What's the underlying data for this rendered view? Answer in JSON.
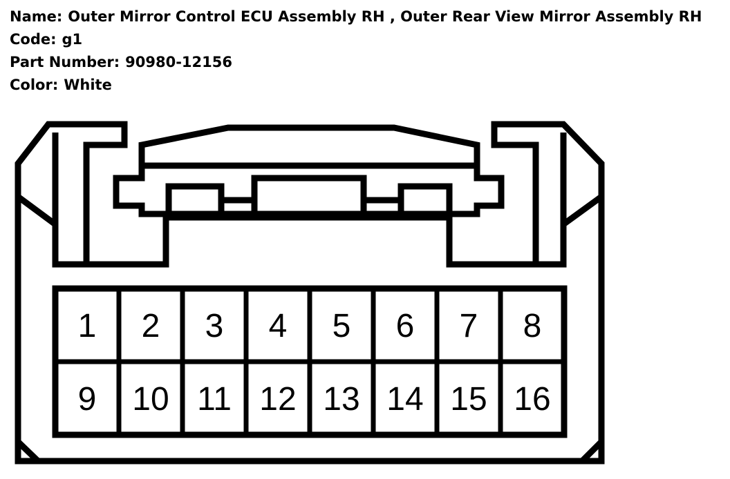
{
  "info": {
    "name_label": "Name:",
    "name_value": "Outer Mirror Control ECU Assembly RH , Outer Rear View Mirror Assembly RH",
    "code_label": "Code:",
    "code_value": "g1",
    "part_label": "Part Number:",
    "part_value": "90980-12156",
    "color_label": "Color:",
    "color_value": "White"
  },
  "connector": {
    "rows": 2,
    "columns": 8,
    "pins": [
      "1",
      "2",
      "3",
      "4",
      "5",
      "6",
      "7",
      "8",
      "9",
      "10",
      "11",
      "12",
      "13",
      "14",
      "15",
      "16"
    ]
  },
  "colors": {
    "line": "#000000",
    "background": "#ffffff"
  }
}
